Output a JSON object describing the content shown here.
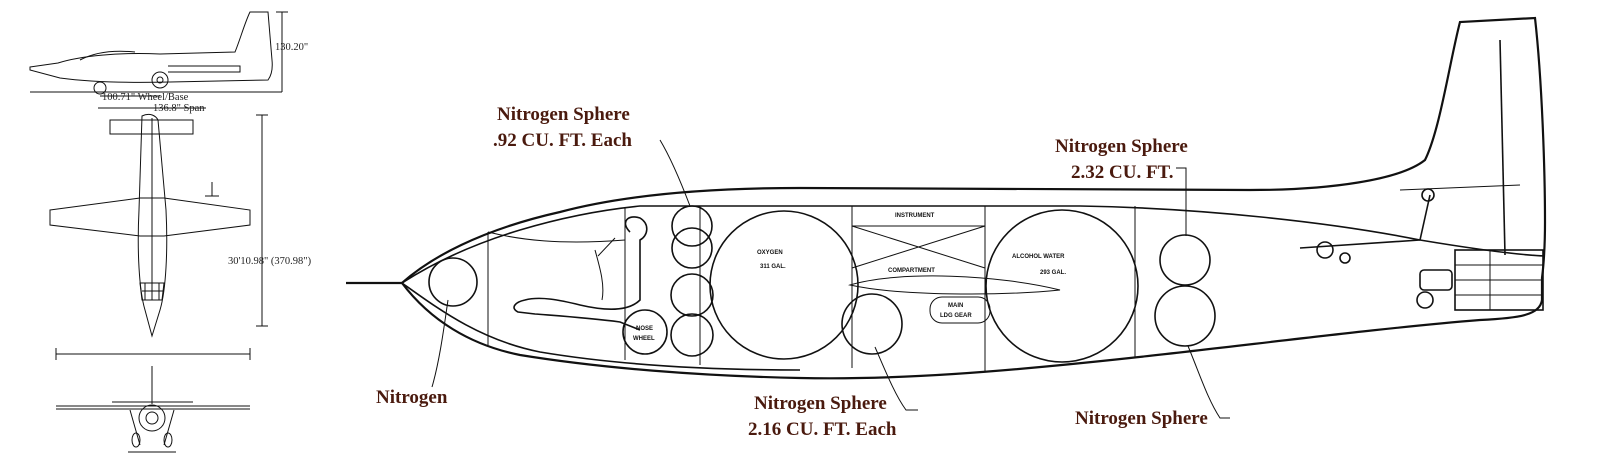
{
  "three_view": {
    "height_dim": "130.20\"",
    "wheelbase_dim": "100.71\" Wheel/Base",
    "span_dim": "136.8\" Span",
    "length_dim": "30'10.98\" (370.98\")"
  },
  "labels": {
    "nitrogen_nose": "Nitrogen",
    "nitrogen_sphere_092_title": "Nitrogen Sphere",
    "nitrogen_sphere_092_size": ".92 CU. FT. Each",
    "nitrogen_sphere_216_title": "Nitrogen Sphere",
    "nitrogen_sphere_216_size": "2.16 CU. FT. Each",
    "nitrogen_sphere_232_title": "Nitrogen Sphere",
    "nitrogen_sphere_232_size": "2.32 CU. FT.",
    "nitrogen_sphere_aft": "Nitrogen Sphere"
  },
  "internal_labels": {
    "oxygen": "OXYGEN",
    "oxygen_cap": "311 GAL.",
    "alcohol": "ALCOHOL WATER",
    "alcohol_cap": "293 GAL.",
    "instrument": "INSTRUMENT",
    "compartment": "COMPARTMENT",
    "main_gear_1": "MAIN",
    "main_gear_2": "LDG GEAR",
    "nose_wheel_1": "NOSE",
    "nose_wheel_2": "WHEEL"
  }
}
